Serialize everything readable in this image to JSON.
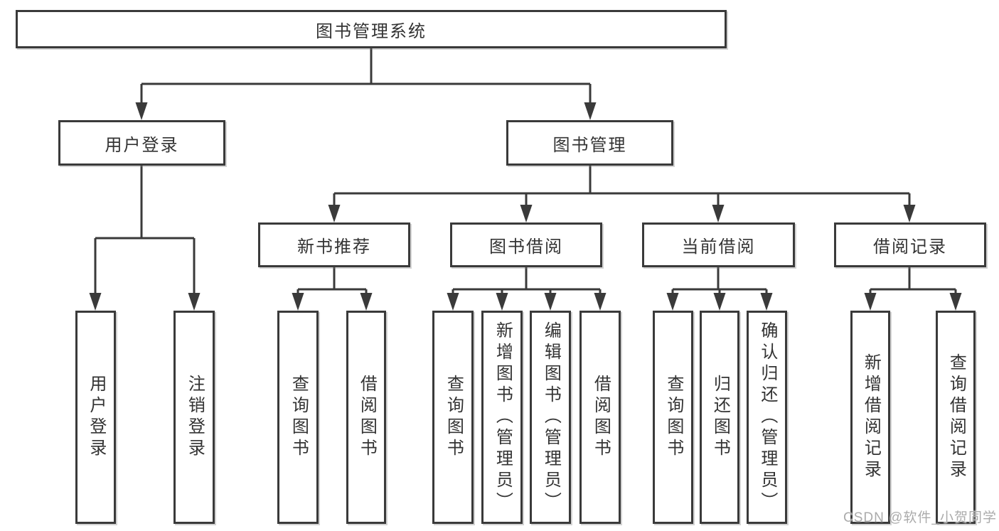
{
  "diagram": {
    "root": {
      "label": "图书管理系统"
    },
    "branches": [
      {
        "label": "用户登录",
        "leaves": [
          "用户登录",
          "注销登录"
        ]
      },
      {
        "label": "图书管理",
        "groups": [
          {
            "label": "新书推荐",
            "leaves": [
              "查询图书",
              "借阅图书"
            ]
          },
          {
            "label": "图书借阅",
            "leaves": [
              "查询图书",
              "新增图书（管理员）",
              "编辑图书（管理员）",
              "借阅图书"
            ]
          },
          {
            "label": "当前借阅",
            "leaves": [
              "查询图书",
              "归还图书",
              "确认归还（管理员）"
            ]
          },
          {
            "label": "借阅记录",
            "leaves": [
              "新增借阅记录",
              "查询借阅记录"
            ]
          }
        ]
      }
    ]
  },
  "watermark": {
    "text": "CSDN @软件_小贺同学",
    "color": "#ababab"
  },
  "colors": {
    "line": "#3a3a3a",
    "box_border": "#3a3a3a",
    "box_fill": "#ffffff",
    "text": "#333333",
    "background": "#ffffff"
  }
}
